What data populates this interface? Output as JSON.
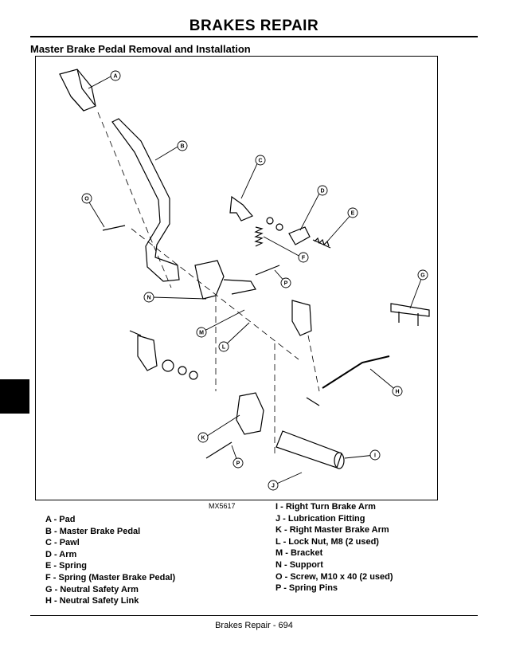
{
  "header": {
    "title": "BRAKES   REPAIR"
  },
  "section": {
    "title": "Master Brake Pedal Removal and Installation"
  },
  "figure": {
    "id": "MX5617",
    "callouts": [
      "A",
      "B",
      "C",
      "D",
      "E",
      "F",
      "G",
      "H",
      "I",
      "J",
      "K",
      "L",
      "M",
      "N",
      "O",
      "P",
      "P"
    ]
  },
  "legend_left": [
    "A  - Pad",
    "B  - Master Brake Pedal",
    "C  - Pawl",
    "D  - Arm",
    "E  - Spring",
    "F  - Spring (Master Brake Pedal)",
    "G  - Neutral Safety Arm",
    "H  - Neutral Safety Link"
  ],
  "legend_right": [
    "I   - Right Turn Brake Arm",
    "J  - Lubrication Fitting",
    "K  - Right Master Brake Arm",
    "L  - Lock Nut, M8 (2 used)",
    "M  - Bracket",
    "N  - Support",
    "O  - Screw, M10 x 40 (2 used)",
    "P  - Spring Pins"
  ],
  "footer": {
    "text": "Brakes   Repair  - 694"
  }
}
